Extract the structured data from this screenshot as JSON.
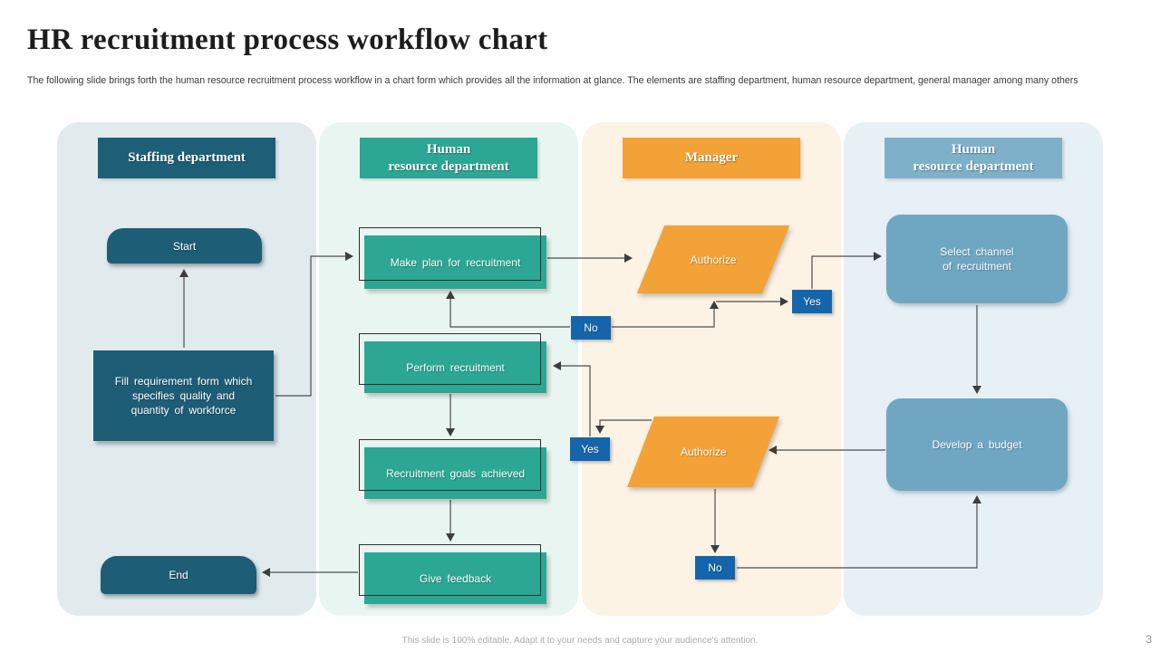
{
  "slide": {
    "title": "HR recruitment process workflow chart",
    "subtitle": "The following slide brings forth the human resource recruitment process workflow in a chart form which provides all the information at glance. The elements are staffing department, human resource department, general manager among many others",
    "footer": "This slide is 100% editable. Adapt it to your needs and capture your audience's attention.",
    "page_number": "3"
  },
  "colors": {
    "dark_teal": "#1d5d75",
    "teal": "#2ba794",
    "orange": "#f2a236",
    "light_blue": "#6fa7c3",
    "light_blue_header": "#7eb1c9",
    "badge_blue": "#1565ac",
    "lane_staffing_bg": "#e1ebee",
    "lane_hr1_bg": "#e9f5f0",
    "lane_manager_bg": "#fdf3e4",
    "lane_hr2_bg": "#e7f0f5"
  },
  "lanes": [
    {
      "name": "staffing-department",
      "lines": [
        "Staffing department"
      ]
    },
    {
      "name": "human-resource-department",
      "lines": [
        "Human",
        "resource department"
      ]
    },
    {
      "name": "manager",
      "lines": [
        "Manager"
      ]
    },
    {
      "name": "human-resource-department-2",
      "lines": [
        "Human",
        "resource department"
      ]
    }
  ],
  "nodes": {
    "start": {
      "label": "Start"
    },
    "fill_form": {
      "lines": [
        "Fill requirement form which",
        "specifies quality and",
        "quantity of workforce"
      ]
    },
    "end": {
      "label": "End"
    },
    "make_plan": {
      "label": "Make plan for recruitment"
    },
    "perform": {
      "label": "Perform recruitment"
    },
    "goals": {
      "label": "Recruitment goals achieved"
    },
    "feedback": {
      "label": "Give feedback"
    },
    "authorize_1": {
      "label": "Authorize"
    },
    "authorize_2": {
      "label": "Authorize"
    },
    "select_channel": {
      "lines": [
        "Select channel",
        "of recruitment"
      ]
    },
    "budget": {
      "label": "Develop a budget"
    }
  },
  "badges": {
    "yes_1": "Yes",
    "no_1": "No",
    "yes_2": "Yes",
    "no_2": "No"
  }
}
